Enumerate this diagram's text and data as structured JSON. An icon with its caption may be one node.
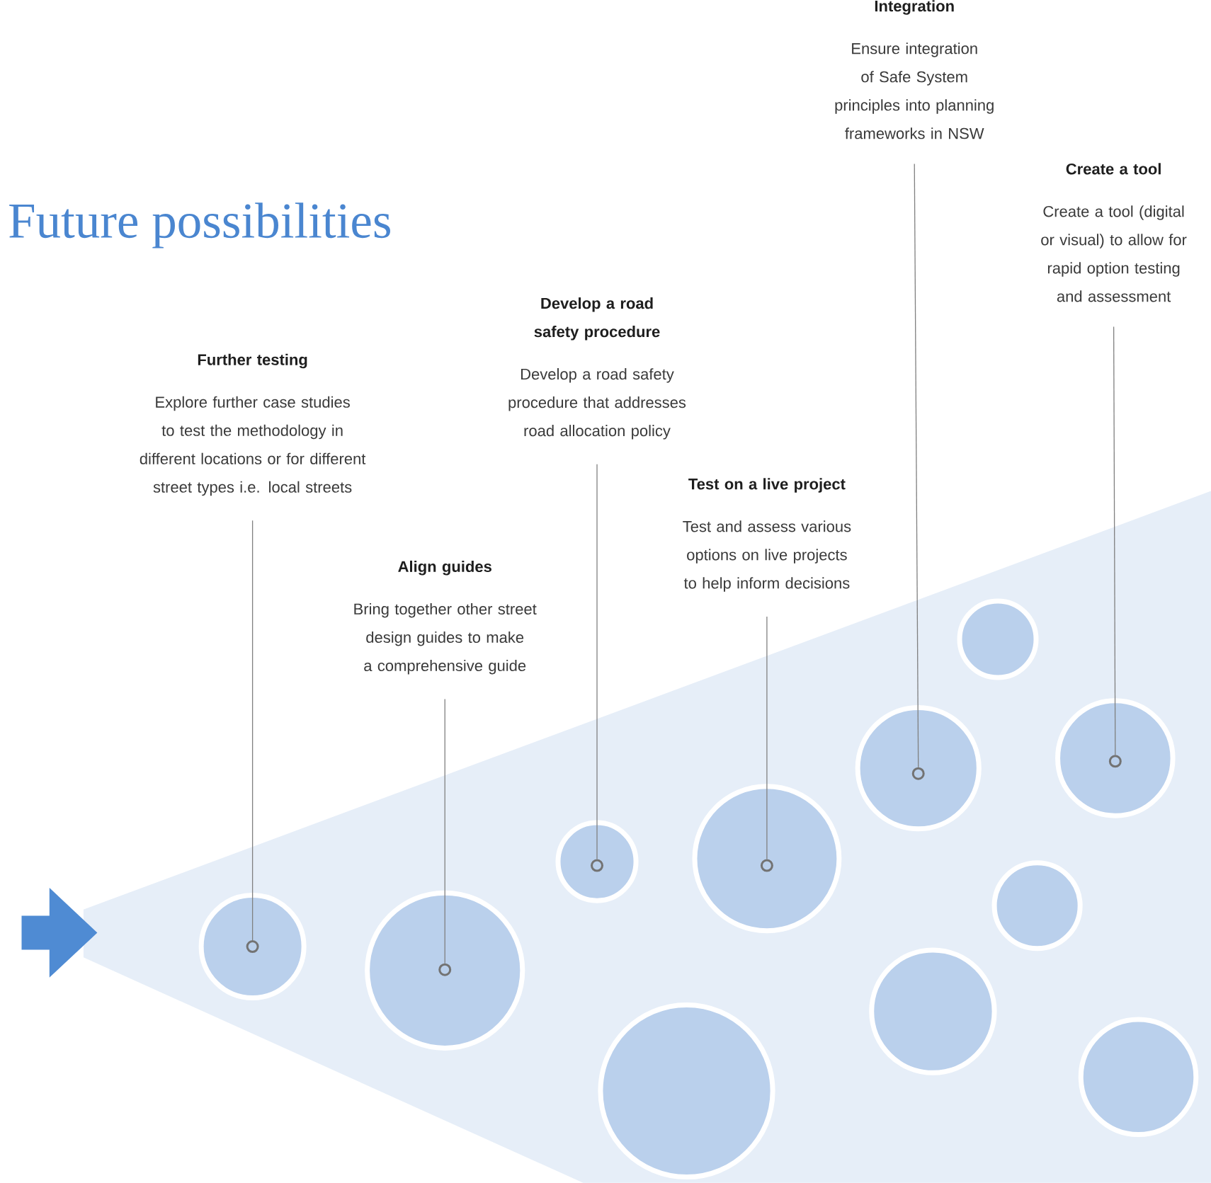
{
  "diagram": {
    "title": "Future possibilities",
    "nodes": [
      {
        "text": [
          "Further testing",
          "Explore further case studies to test the methodology in different locations or for different street types i.e. local streets"
        ]
      },
      {
        "text": [
          "Align guides",
          "Bring together other street design guides to make a comprehensive guide"
        ]
      },
      {
        "text": [
          "Develop a road safety procedure",
          "Develop a road safety procedure that addresses road allocation policy"
        ]
      },
      {
        "text": [
          "Test on a live project",
          "Test and assess various options on live projects to help inform decisions"
        ]
      },
      {
        "text": [
          "Integration",
          "Ensure integration of Safe System principles into planning frameworks in NSW"
        ]
      },
      {
        "text": [
          "Create a tool",
          "Create a tool (digital or visual) to allow for rapid option testing and assessment"
        ]
      },
      {
        "text": [],
        "shape": "circle"
      },
      {
        "text": [],
        "shape": "circle"
      },
      {
        "text": [],
        "shape": "circle"
      },
      {
        "text": [],
        "shape": "circle"
      },
      {
        "text": [],
        "shape": "circle"
      },
      {
        "text": [],
        "shape": "circle"
      },
      {
        "text": [],
        "shape": "circle"
      },
      {
        "text": [],
        "shape": "circle"
      },
      {
        "text": [],
        "shape": "circle"
      },
      {
        "text": [],
        "shape": "circle"
      },
      {
        "text": [],
        "shape": "circle"
      }
    ],
    "edges": [
      {
        "from": 0,
        "to": 6,
        "arrow": "none"
      },
      {
        "from": 1,
        "to": 7,
        "arrow": "none"
      },
      {
        "from": 2,
        "to": 8,
        "arrow": "none"
      },
      {
        "from": 3,
        "to": 10,
        "arrow": "none"
      },
      {
        "from": 4,
        "to": 11,
        "arrow": "none"
      },
      {
        "from": 5,
        "to": 15,
        "arrow": "none"
      }
    ]
  }
}
